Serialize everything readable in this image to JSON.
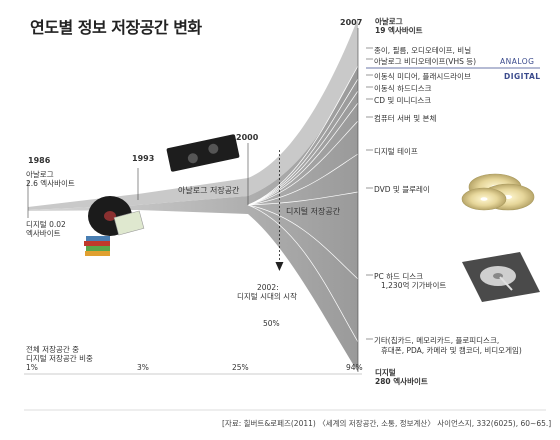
{
  "chart_data": {
    "type": "area",
    "title": "연도별 정보 저장공간 변화",
    "x": [
      1986,
      1993,
      2000,
      2007
    ],
    "years": [
      "1986",
      "1993",
      "2000",
      "2007"
    ],
    "series": [
      {
        "name": "아날로그 저장공간",
        "values_exabytes": [
          2.6,
          null,
          null,
          19
        ]
      },
      {
        "name": "디지털 저장공간",
        "values_exabytes": [
          0.02,
          null,
          null,
          280
        ]
      }
    ],
    "digital_share": {
      "label": "전체 저장공간 중\n디지털 저장공간 비중",
      "x": [
        1986,
        1993,
        2000,
        2007
      ],
      "values": [
        "1%",
        "3%",
        "25%",
        "94%"
      ]
    },
    "annotations": {
      "start_analog": "아날로그\n2.6 엑사바이트",
      "start_digital": "디지털 0.02\n엑사바이트",
      "end_analog_title": "아날로그",
      "end_analog_value": "19 엑사바이트",
      "end_digital_title": "디지털",
      "end_digital_value": "280 엑사바이트",
      "analog_area_label": "아날로그 저장공간",
      "digital_area_label": "디지털 저장공간",
      "digital_era_year": "2002:",
      "digital_era_text": "디지털 시대의 시작",
      "fifty_pct": "50%"
    },
    "category_tags": {
      "analog": "ANALOG",
      "digital": "DIGITAL"
    },
    "analog_items": [
      "종이, 필름, 오디오테이프, 비닐",
      "아날로그 비디오테이프(VHS 등)"
    ],
    "digital_items": [
      "이동식 미디어, 플래시드라이브",
      "이동식 하드디스크",
      "CD 및 미니디스크",
      "컴퓨터 서버 및 본체",
      "디지털 테이프",
      "DVD 및 블루레이",
      "PC 하드 디스크",
      "기타(칩카드, 메모리카드, 플로피디스크,",
      "휴대폰, PDA, 카메라 및 캠코더, 비디오게임)"
    ],
    "pc_hdd_value": "1,230억 기가바이트",
    "source": "[자료: 힐버트&로페즈(2011) 〈세계의 저장공간, 소통, 정보계산〉 사이언스지, 332(6025), 60~65.]",
    "colors": {
      "analog_fill": "#c9c9c9",
      "digital_fill": "#a9a9a9",
      "line": "#ffffff",
      "accent": "#3a4a8c",
      "text": "#333333"
    }
  }
}
